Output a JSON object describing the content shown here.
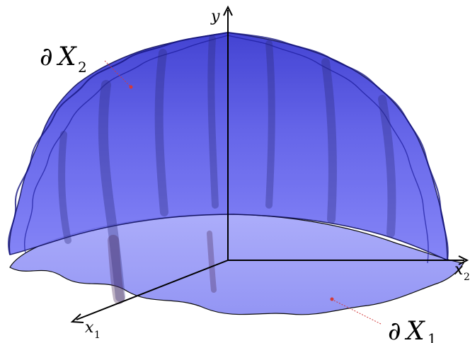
{
  "axes": {
    "x1": {
      "symbol": "x",
      "subscript": "1"
    },
    "x2": {
      "symbol": "x",
      "subscript": "2"
    },
    "y": {
      "symbol": "y"
    }
  },
  "labels": {
    "boundary_top": {
      "prefix": "∂",
      "symbol": "X",
      "subscript": "2"
    },
    "boundary_bottom": {
      "prefix": "∂",
      "symbol": "X",
      "subscript": "1"
    }
  },
  "colors": {
    "surface_dark": "#2f2fd6",
    "surface_light": "#8c8cff",
    "base": "#9a9cf8",
    "leader": "#d23a3a",
    "axis": "#000000"
  }
}
